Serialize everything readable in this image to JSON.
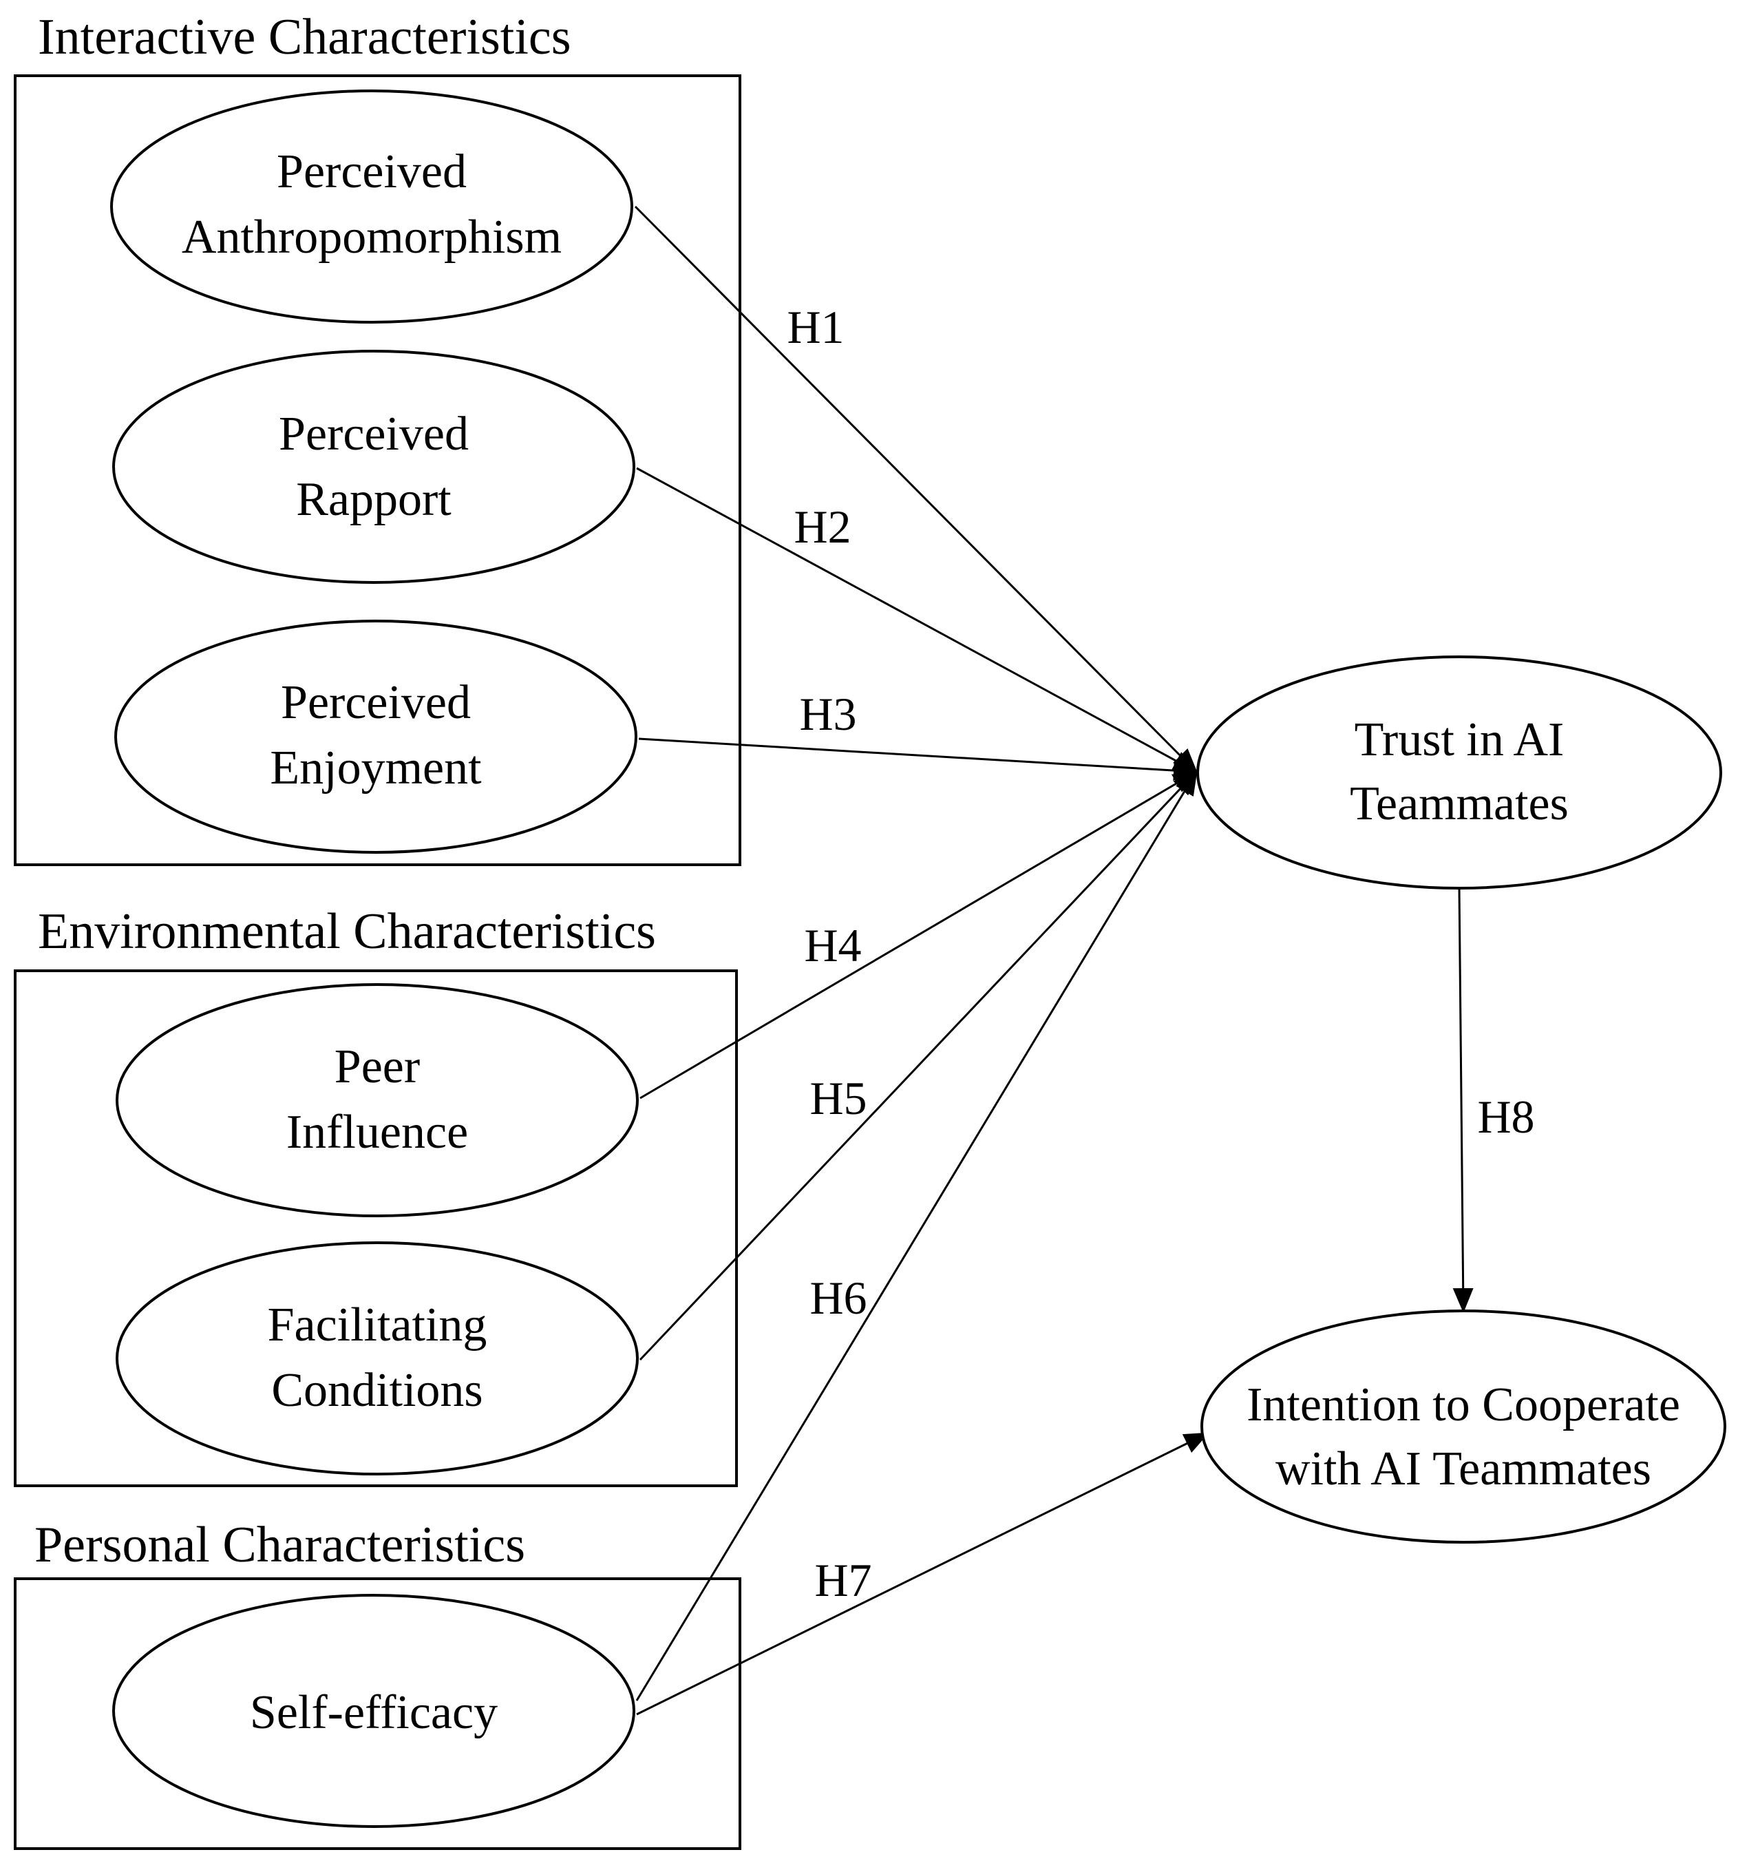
{
  "groups": {
    "interactive": {
      "title": "Interactive Characteristics"
    },
    "environmental": {
      "title": "Environmental Characteristics"
    },
    "personal": {
      "title": "Personal Characteristics"
    }
  },
  "nodes": {
    "anthropomorphism": {
      "line1": "Perceived",
      "line2": "Anthropomorphism"
    },
    "rapport": {
      "line1": "Perceived",
      "line2": "Rapport"
    },
    "enjoyment": {
      "line1": "Perceived",
      "line2": "Enjoyment"
    },
    "peer": {
      "line1": "Peer",
      "line2": "Influence"
    },
    "facilitating": {
      "line1": "Facilitating",
      "line2": "Conditions"
    },
    "selfefficacy": {
      "line1": "Self-efficacy"
    },
    "trust": {
      "line1": "Trust in AI",
      "line2": "Teammates"
    },
    "intention": {
      "line1": "Intention to Cooperate",
      "line2": "with AI Teammates"
    }
  },
  "edges": [
    {
      "id": "h1",
      "label": "H1",
      "from": "Perceived Anthropomorphism",
      "to": "Trust in AI Teammates"
    },
    {
      "id": "h2",
      "label": "H2",
      "from": "Perceived Rapport",
      "to": "Trust in AI Teammates"
    },
    {
      "id": "h3",
      "label": "H3",
      "from": "Perceived Enjoyment",
      "to": "Trust in AI Teammates"
    },
    {
      "id": "h4",
      "label": "H4",
      "from": "Peer Influence",
      "to": "Trust in AI Teammates"
    },
    {
      "id": "h5",
      "label": "H5",
      "from": "Facilitating Conditions",
      "to": "Trust in AI Teammates"
    },
    {
      "id": "h6",
      "label": "H6",
      "from": "Self-efficacy",
      "to": "Trust in AI Teammates"
    },
    {
      "id": "h7",
      "label": "H7",
      "from": "Self-efficacy",
      "to": "Intention to Cooperate with AI Teammates"
    },
    {
      "id": "h8",
      "label": "H8",
      "from": "Trust in AI Teammates",
      "to": "Intention to Cooperate with AI Teammates"
    }
  ]
}
